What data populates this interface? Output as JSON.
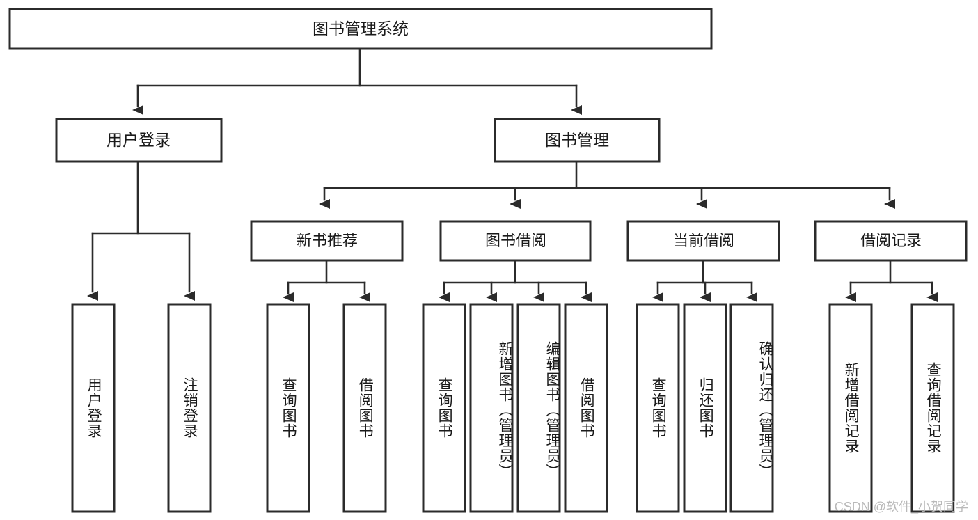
{
  "diagram": {
    "type": "tree",
    "title": "图书管理系统",
    "root": {
      "id": "root",
      "label": "图书管理系统"
    },
    "level1": [
      {
        "id": "user-login",
        "label": "用户登录"
      },
      {
        "id": "book-manage",
        "label": "图书管理"
      }
    ],
    "level2": [
      {
        "id": "new-book-recommend",
        "label": "新书推荐",
        "parent": "book-manage"
      },
      {
        "id": "book-borrow",
        "label": "图书借阅",
        "parent": "book-manage"
      },
      {
        "id": "current-borrow",
        "label": "当前借阅",
        "parent": "book-manage"
      },
      {
        "id": "borrow-record",
        "label": "借阅记录",
        "parent": "book-manage"
      }
    ],
    "leaves": [
      {
        "id": "leaf-user-login",
        "label": "用户登录",
        "parent": "user-login"
      },
      {
        "id": "leaf-logout",
        "label": "注销登录",
        "parent": "user-login"
      },
      {
        "id": "leaf-query-book-1",
        "label": "查询图书",
        "parent": "new-book-recommend"
      },
      {
        "id": "leaf-borrow-book-1",
        "label": "借阅图书",
        "parent": "new-book-recommend"
      },
      {
        "id": "leaf-query-book-2",
        "label": "查询图书",
        "parent": "book-borrow"
      },
      {
        "id": "leaf-add-book",
        "label": "新增图书（管理员）",
        "parent": "book-borrow"
      },
      {
        "id": "leaf-edit-book",
        "label": "编辑图书（管理员）",
        "parent": "book-borrow"
      },
      {
        "id": "leaf-borrow-book-2",
        "label": "借阅图书",
        "parent": "book-borrow"
      },
      {
        "id": "leaf-query-book-3",
        "label": "查询图书",
        "parent": "current-borrow"
      },
      {
        "id": "leaf-return-book",
        "label": "归还图书",
        "parent": "current-borrow"
      },
      {
        "id": "leaf-confirm-return",
        "label": "确认归还（管理员）",
        "parent": "current-borrow"
      },
      {
        "id": "leaf-add-record",
        "label": "新增借阅记录",
        "parent": "borrow-record"
      },
      {
        "id": "leaf-query-record",
        "label": "查询借阅记录",
        "parent": "borrow-record"
      }
    ],
    "colors": {
      "stroke": "#2b2b2b",
      "fill": "#ffffff",
      "text": "#1a1a1a",
      "watermark": "#b9b9b9"
    }
  },
  "watermark": {
    "text": "CSDN @软件_小贺同学"
  }
}
